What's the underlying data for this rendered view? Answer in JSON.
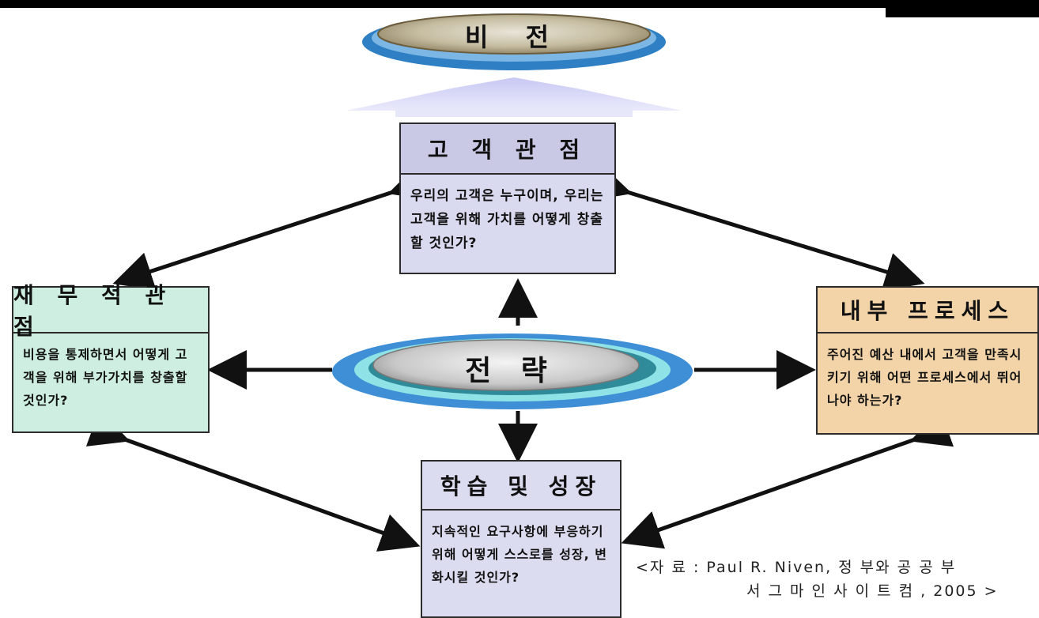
{
  "vision": {
    "label": "비 전"
  },
  "strategy": {
    "label": "전   략"
  },
  "boxes": {
    "customer": {
      "title": "고 객 관 점",
      "body": "우리의 고객은 누구이며, 우리는 고객을 위해 가치를 어떻게 창출할 것인가?"
    },
    "financial": {
      "title": "재 무 적 관 점",
      "body": "비용을 통제하면서 어떻게 고객을 위해 부가가치를 창출할 것인가?"
    },
    "internal": {
      "title": "내부 프로세스",
      "body": "주어진 예산 내에서 고객을 만족시키기 위해 어떤 프로세스에서 뛰어나야 하는가?"
    },
    "learning": {
      "title": "학습 및 성장",
      "body": "지속적인 요구사항에 부응하기 위해 어떻게 스스로를 성장, 변화시킬 것인가?"
    }
  },
  "source": {
    "line1": "<자 료 : Paul R. Niven, 정 부와 공 공 부",
    "line2": "서 그 마 인 사 이 트 컴 , 2005 >"
  },
  "colors": {
    "customer_fill": "#d9d9ef",
    "financial_fill": "#cdeee0",
    "internal_fill": "#f2d4a8",
    "learning_fill": "#dcdcf0",
    "arrow": "#111111",
    "ellipse_blue": "#4a90d0",
    "upward_arrow": "#b9b9ee"
  }
}
